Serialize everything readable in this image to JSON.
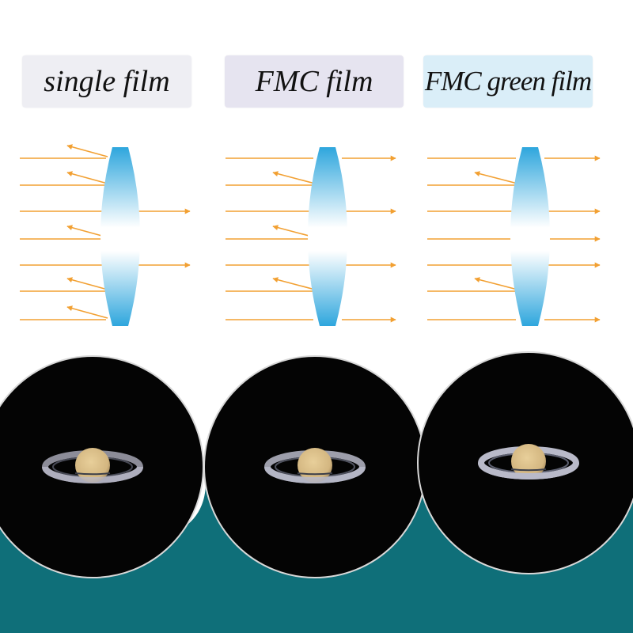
{
  "labels": [
    "single film",
    "FMC film",
    "FMC green film"
  ],
  "colors": {
    "label_backgrounds": [
      "#eeeef3",
      "#e6e4f0",
      "#daeef8"
    ],
    "arrow": "#f2a032",
    "lens_dark": "#2ea6dd",
    "lens_light": "#ffffff",
    "teal_background": "#0f6f79",
    "lens_view_bg": "#040404",
    "saturn_body": "#d3b680",
    "saturn_ring": "#b9bac9"
  },
  "icons": [
    "biconvex-lens-icon",
    "light-ray-arrow-icon",
    "saturn-icon"
  ],
  "panels": [
    {
      "name": "single-film",
      "rays": [
        {
          "transmitted": false,
          "reflected": true
        },
        {
          "transmitted": false,
          "reflected": true
        },
        {
          "transmitted": true,
          "reflected": false
        },
        {
          "transmitted": false,
          "reflected": true
        },
        {
          "transmitted": true,
          "reflected": false
        },
        {
          "transmitted": false,
          "reflected": true
        },
        {
          "transmitted": false,
          "reflected": true
        }
      ]
    },
    {
      "name": "fmc-film",
      "rays": [
        {
          "transmitted": true,
          "reflected": false
        },
        {
          "transmitted": false,
          "reflected": true
        },
        {
          "transmitted": true,
          "reflected": false
        },
        {
          "transmitted": false,
          "reflected": true
        },
        {
          "transmitted": true,
          "reflected": false
        },
        {
          "transmitted": false,
          "reflected": true
        },
        {
          "transmitted": true,
          "reflected": false
        }
      ]
    },
    {
      "name": "fmc-green-film",
      "rays": [
        {
          "transmitted": true,
          "reflected": false
        },
        {
          "transmitted": false,
          "reflected": true
        },
        {
          "transmitted": true,
          "reflected": false
        },
        {
          "transmitted": true,
          "reflected": false
        },
        {
          "transmitted": true,
          "reflected": false
        },
        {
          "transmitted": false,
          "reflected": true
        },
        {
          "transmitted": true,
          "reflected": false
        }
      ]
    }
  ],
  "views": [
    {
      "name": "single-film-view",
      "ring_sharpness": "blurry"
    },
    {
      "name": "fmc-film-view",
      "ring_sharpness": "medium"
    },
    {
      "name": "fmc-green-film-view",
      "ring_sharpness": "sharp"
    }
  ]
}
